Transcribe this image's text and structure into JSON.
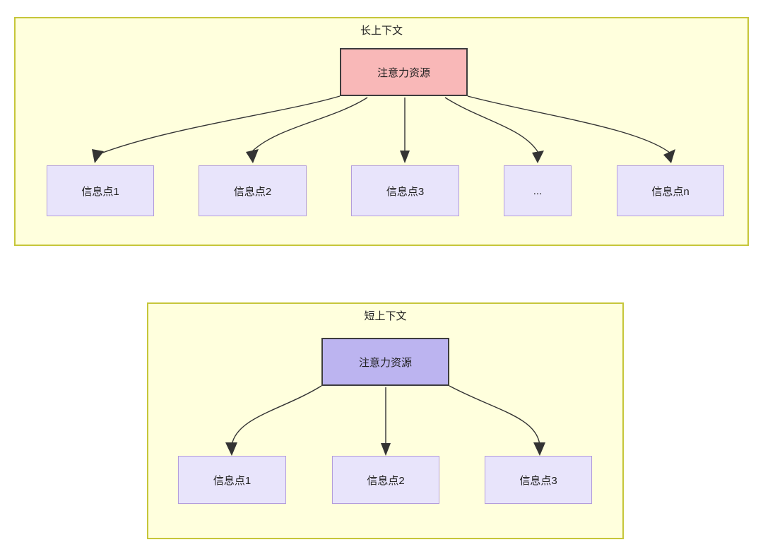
{
  "diagram": {
    "type": "two-panel hierarchy diagram",
    "panels": [
      {
        "id": "long-context",
        "title": "长上下文",
        "root": {
          "label": "注意力资源",
          "fill": "#f9b8b8",
          "stroke": "#3d3d3d"
        },
        "children": [
          {
            "label": "信息点1"
          },
          {
            "label": "信息点2"
          },
          {
            "label": "信息点3"
          },
          {
            "label": "..."
          },
          {
            "label": "信息点n"
          }
        ]
      },
      {
        "id": "short-context",
        "title": "短上下文",
        "root": {
          "label": "注意力资源",
          "fill": "#bcb4f0",
          "stroke": "#3d3d3d"
        },
        "children": [
          {
            "label": "信息点1"
          },
          {
            "label": "信息点2"
          },
          {
            "label": "信息点3"
          }
        ]
      }
    ],
    "colors": {
      "panel_fill": "#ffffdd",
      "panel_border": "#c6c63a",
      "info_fill": "#e8e4fb",
      "info_border": "#b39ddb",
      "edge": "#333333",
      "text": "#1f1f1f"
    }
  }
}
